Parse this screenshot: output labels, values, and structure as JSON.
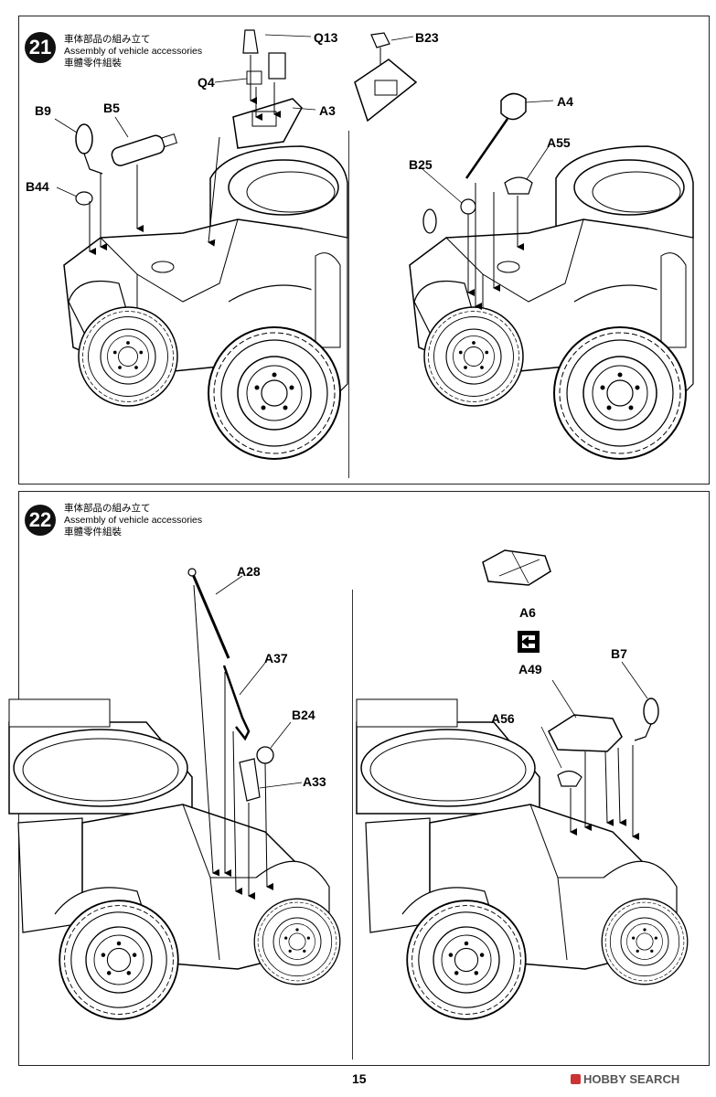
{
  "step21": {
    "number": "21",
    "title_jp": "車体部品の組み立て",
    "title_en": "Assembly of vehicle accessories",
    "title_cn": "車體零件組裝",
    "labels": [
      "Q13",
      "B23",
      "Q4",
      "A3",
      "B9",
      "B5",
      "B44",
      "A4",
      "A55",
      "B25"
    ]
  },
  "step22": {
    "number": "22",
    "title_jp": "車体部品の組み立て",
    "title_en": "Assembly of vehicle accessories",
    "title_cn": "車體零件組裝",
    "labels": [
      "A28",
      "A37",
      "B24",
      "A33",
      "A6",
      "A49",
      "B7",
      "A56"
    ]
  },
  "page_number": "15",
  "watermark": "HOBBY SEARCH"
}
